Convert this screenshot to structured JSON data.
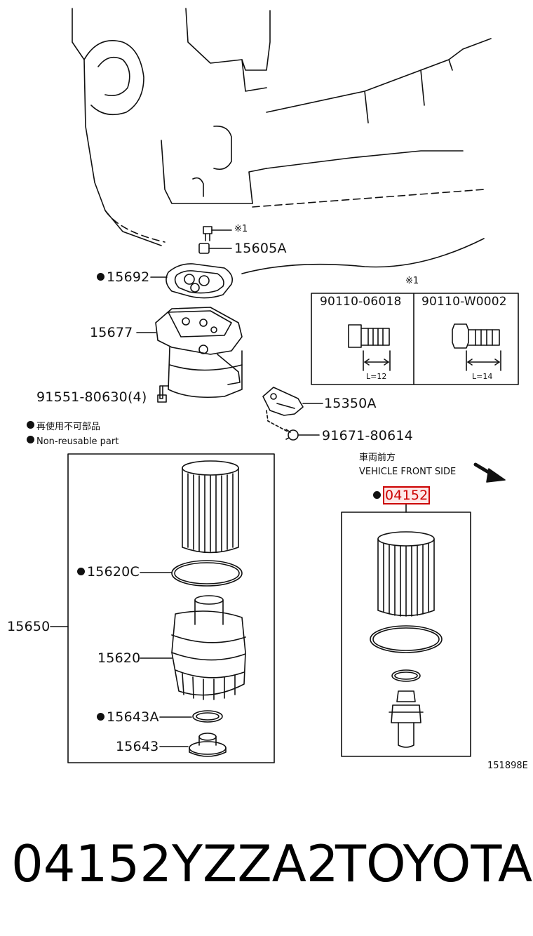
{
  "labels": {
    "p15605A": "15605A",
    "p15692": "15692",
    "p15677": "15677",
    "p91551": "91551-80630(4)",
    "p15350A": "15350A",
    "p91671": "91671-80614",
    "p15620C": "15620C",
    "p15650": "15650",
    "p15620": "15620",
    "p15643A": "15643A",
    "p15643": "15643",
    "p04152": "04152",
    "ref1": "※1",
    "ref1_box": "※1",
    "box_bolt_1": "90110-06018",
    "box_bolt_2": "90110-W0002",
    "box_len_1": "L=12",
    "box_len_2": "L=14",
    "diagram_code": "151898E"
  },
  "legend": {
    "jp": "再使用不可部品",
    "en": "Non-reusable part"
  },
  "direction": {
    "jp": "車両前方",
    "en": "VEHICLE FRONT SIDE"
  },
  "footer": {
    "part_number": "04152YZZA2",
    "brand": "TOYOTA"
  },
  "highlight_color": "#cc0000"
}
